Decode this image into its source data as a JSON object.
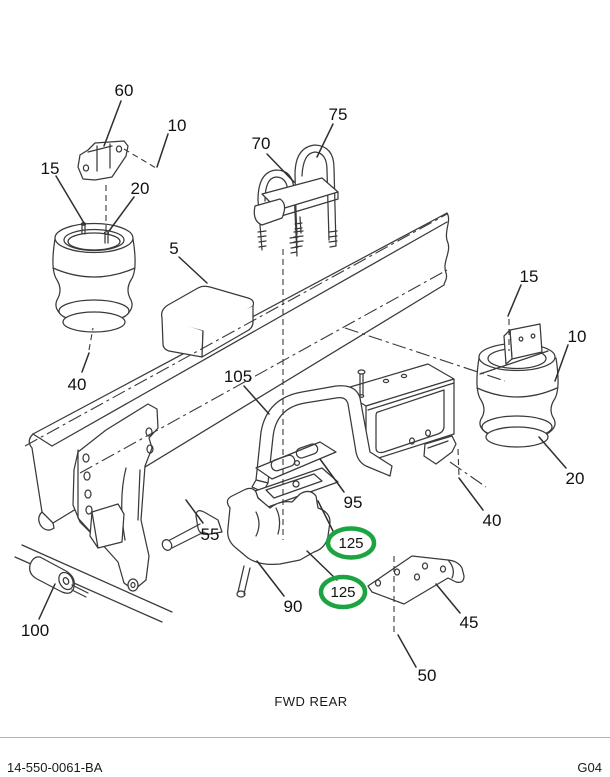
{
  "document": {
    "number": "14-550-0061-BA",
    "page_code": "G04",
    "orientation_label": "FWD REAR"
  },
  "diagram": {
    "type": "exploded-parts-diagram",
    "highlight_color": "#1ba441",
    "line_color": "#3a3a3a",
    "callouts": {
      "c60": "60",
      "c10_left": "10",
      "c15_left": "15",
      "c20_left": "20",
      "c5": "5",
      "c70": "70",
      "c75": "75",
      "c40_left": "40",
      "c105": "105",
      "c55": "55",
      "c100": "100",
      "c95": "95",
      "c90": "90",
      "c125_upper": "125",
      "c125_lower": "125",
      "c15_right": "15",
      "c10_right": "10",
      "c20_right": "20",
      "c40_right": "40",
      "c45": "45",
      "c50": "50"
    }
  }
}
